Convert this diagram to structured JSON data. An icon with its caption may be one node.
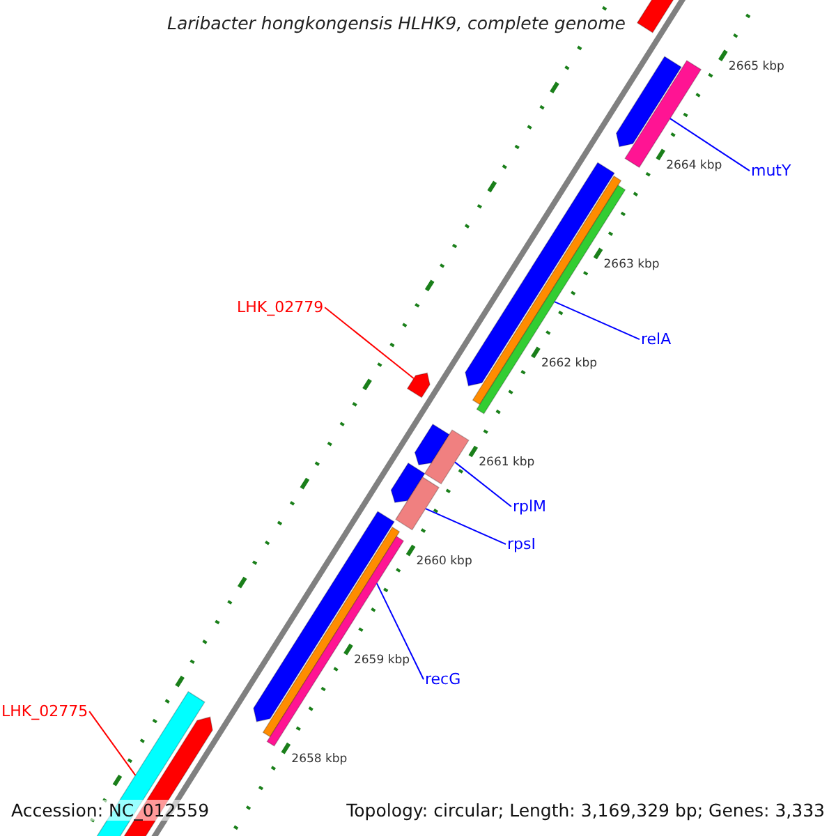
{
  "diagram": {
    "nodes": [
      {
        "text": [
          "mutY"
        ]
      },
      {
        "text": [
          "relA"
        ]
      },
      {
        "text": [
          "LHK_02779"
        ]
      },
      {
        "text": [
          "rplM"
        ]
      },
      {
        "text": [
          "rpsI"
        ]
      },
      {
        "text": [
          "recG"
        ]
      },
      {
        "text": [
          "LHK_02775"
        ]
      },
      {
        "text": [],
        "shape": "bar"
      },
      {
        "text": [],
        "shape": "bar"
      },
      {
        "text": [],
        "shape": "bar"
      },
      {
        "text": [],
        "shape": "bar"
      },
      {
        "text": [],
        "shape": "bar"
      },
      {
        "text": [],
        "shape": "bar"
      },
      {
        "text": [],
        "shape": "bar"
      }
    ],
    "edges": [
      {
        "from": 0,
        "to": 7,
        "arrow": "none"
      },
      {
        "from": 1,
        "to": 8,
        "arrow": "none"
      },
      {
        "from": 2,
        "to": 9,
        "arrow": "none",
        "color": "#ff0000"
      },
      {
        "from": 3,
        "to": 10,
        "arrow": "none"
      },
      {
        "from": 4,
        "to": 11,
        "arrow": "none"
      },
      {
        "from": 5,
        "to": 12,
        "arrow": "none"
      },
      {
        "from": 6,
        "to": 13,
        "arrow": "none",
        "color": "#ff0000"
      }
    ],
    "labels": [
      "Laribacter hongkongensis HLHK9, complete genome",
      "2665 kbp",
      "2664 kbp",
      "2663 kbp",
      "2662 kbp",
      "2661 kbp",
      "2660 kbp",
      "2659 kbp",
      "2658 kbp",
      "Accession: NC_012559",
      "Topology: circular; Length: 3,169,329 bp; Genes: 3,333"
    ]
  }
}
